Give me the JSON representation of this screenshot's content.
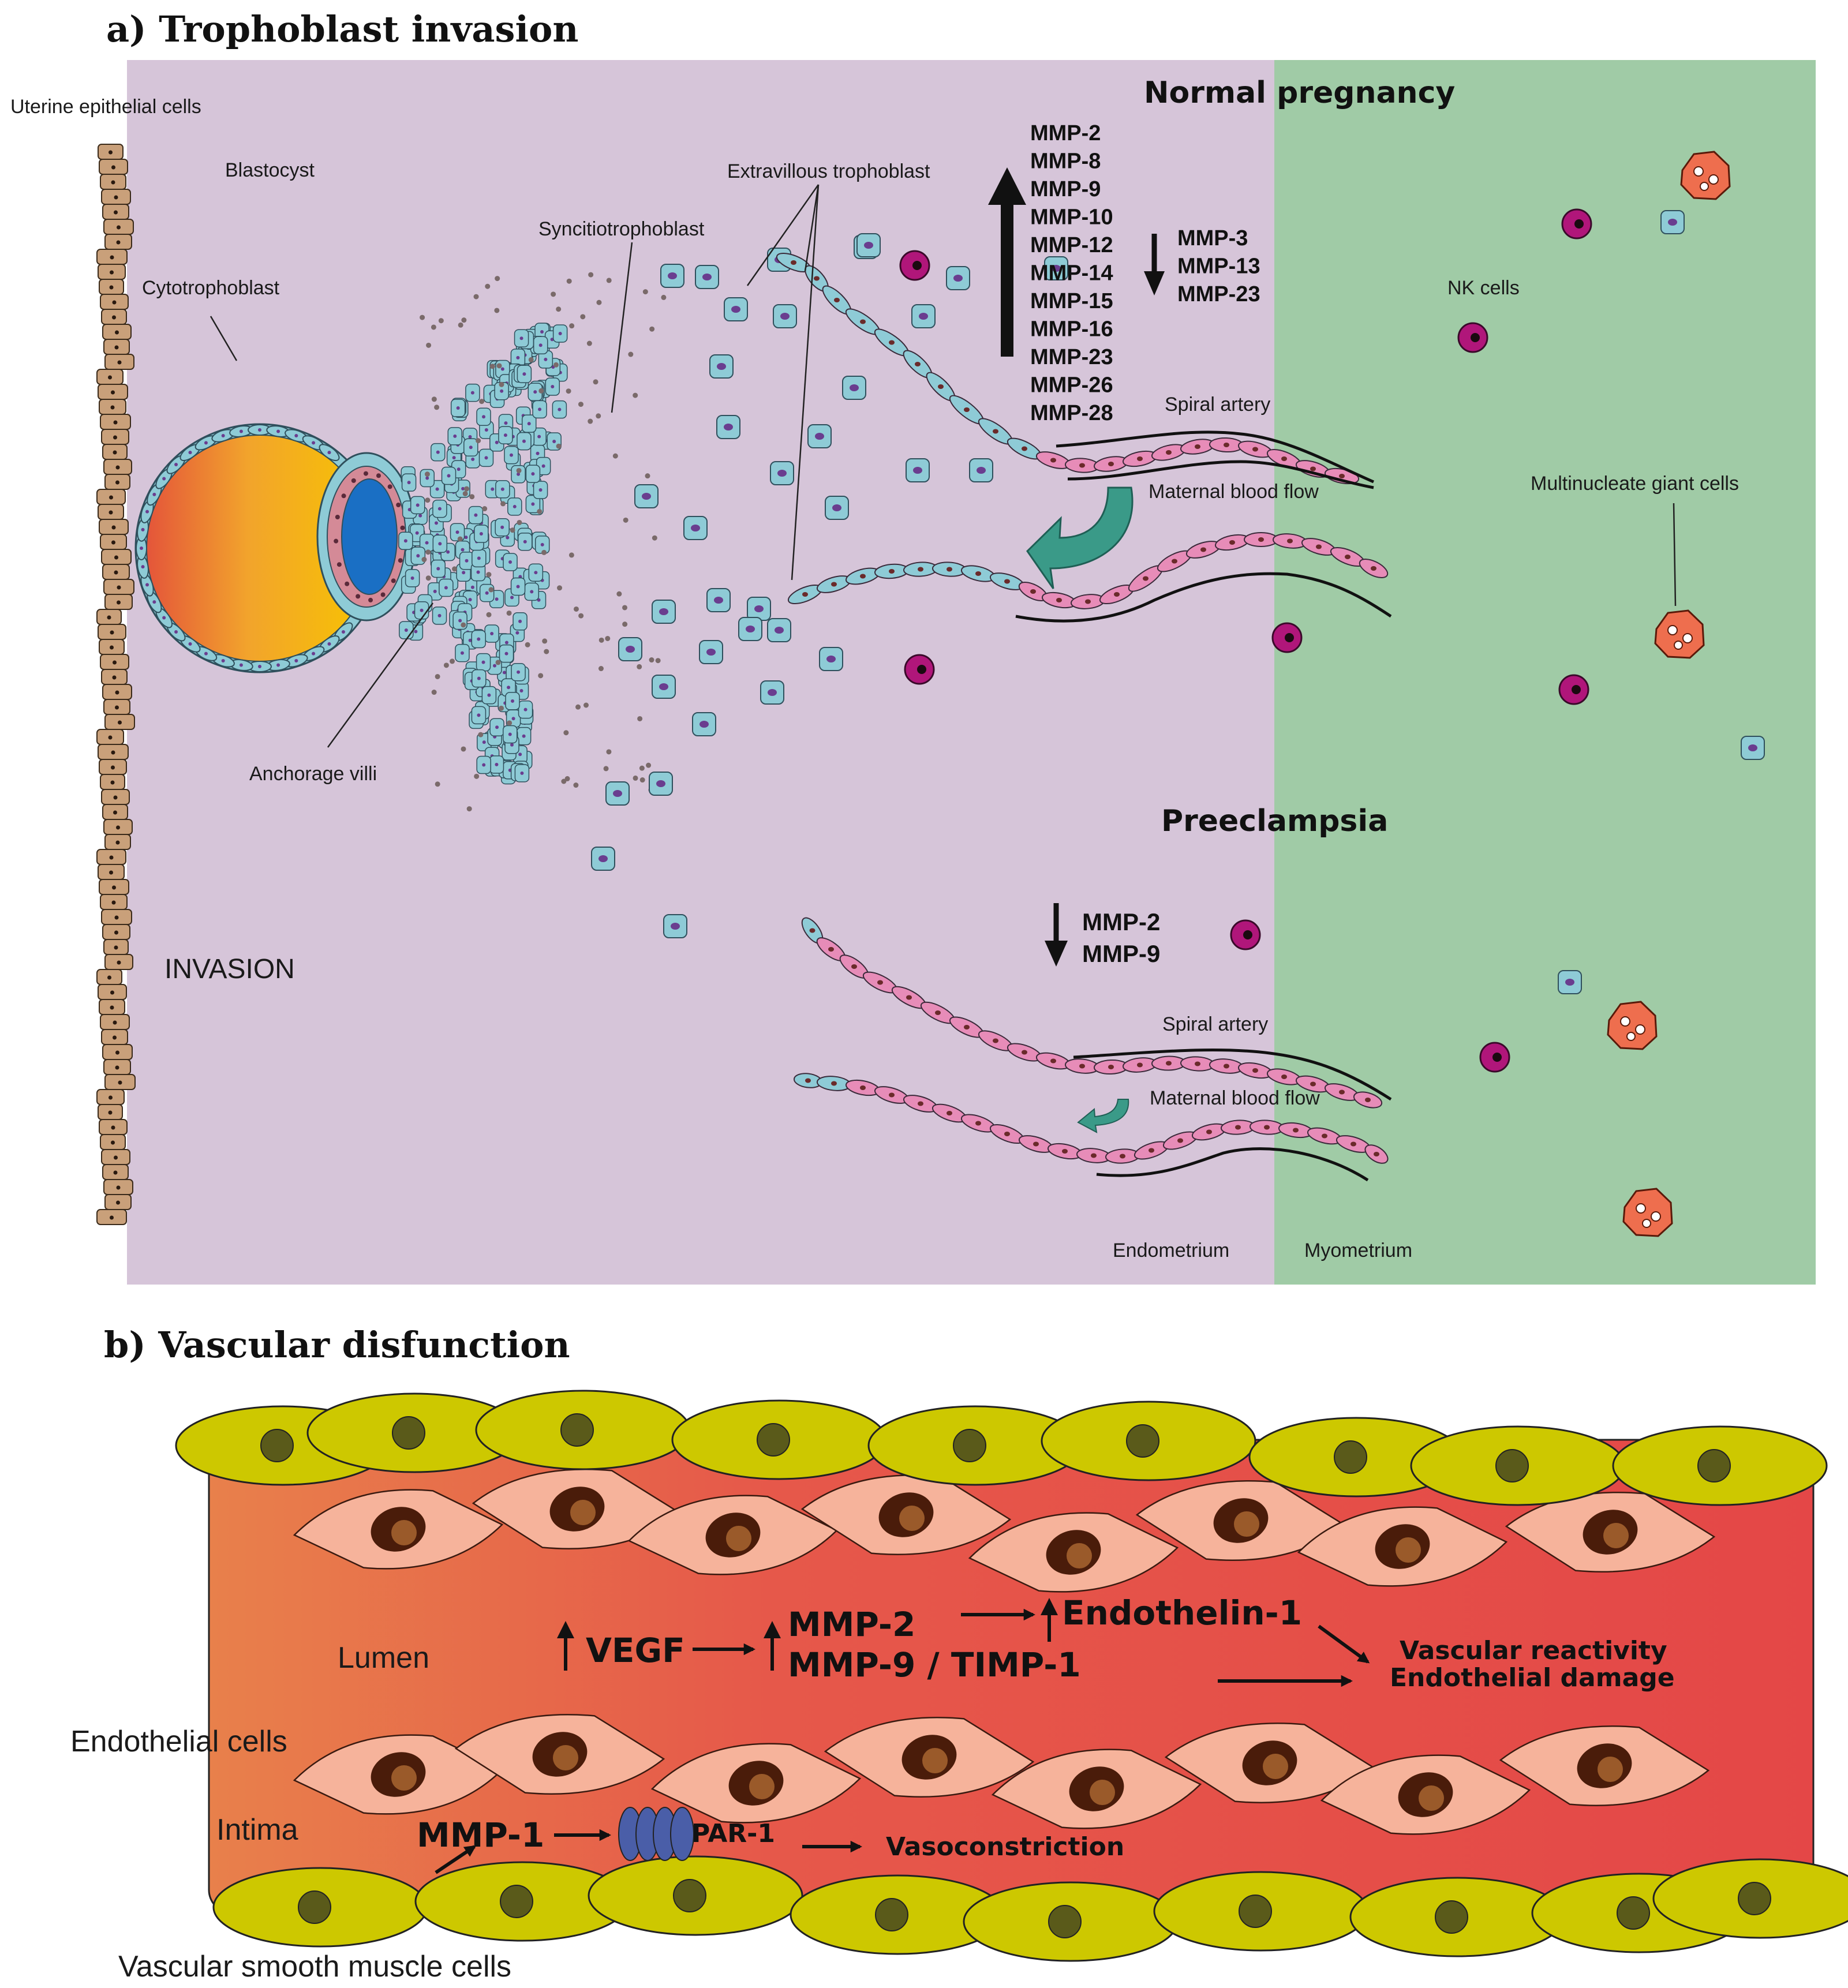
{
  "panel_a": {
    "title": "a) Trophoblast invasion",
    "labels": {
      "uterine_epithelial": "Uterine epithelial cells",
      "blastocyst": "Blastocyst",
      "cytotrophoblast": "Cytotrophoblast",
      "syncitiotrophoblast": "Syncitiotrophoblast",
      "extravillous": "Extravillous trophoblast",
      "anchorage_villi": "Anchorage villi",
      "invasion": "INVASION",
      "nk_cells": "NK cells",
      "multinucleate": "Multinucleate giant cells",
      "spiral_artery_1": "Spiral artery",
      "maternal_flow_1": "Maternal blood flow",
      "spiral_artery_2": "Spiral artery",
      "maternal_flow_2": "Maternal blood flow",
      "endometrium": "Endometrium",
      "myometrium": "Myometrium"
    },
    "normal": {
      "heading": "Normal pregnancy",
      "up_list": [
        "MMP-2",
        "MMP-8",
        "MMP-9",
        "MMP-10",
        "MMP-12",
        "MMP-14",
        "MMP-15",
        "MMP-16",
        "MMP-23",
        "MMP-26",
        "MMP-28"
      ],
      "down_list": [
        "MMP-3",
        "MMP-13",
        "MMP-23"
      ]
    },
    "preeclampsia": {
      "heading": "Preeclampsia",
      "down_list": [
        "MMP-2",
        "MMP-9"
      ]
    }
  },
  "panel_b": {
    "title": "b) Vascular disfunction",
    "labels": {
      "lumen": "Lumen",
      "endothelial": "Endothelial cells",
      "intima": "Intima",
      "vsmc": "Vascular smooth muscle cells"
    },
    "pathway": {
      "vegf": "VEGF",
      "mmp2": "MMP-2",
      "mmp9_timp1": "MMP-9 / TIMP-1",
      "endothelin": "Endothelin-1",
      "reactivity": "Vascular reactivity",
      "damage": "Endothelial damage",
      "mmp1": "MMP-1",
      "par1": "PAR-1",
      "vasoconstriction": "Vasoconstriction"
    }
  },
  "colors": {
    "endometrium": "#d6c5d9",
    "myometrium": "#a0cba6",
    "trophoblast_cell": "#8ecbd6",
    "trophoblast_nucleus": "#6a3d8f",
    "endothelial_pink": "#e78cb8",
    "nk_cell": "#b0167a",
    "giant_cell": "#ee6e4e",
    "flow_arrow": "#3a9a88",
    "smooth_muscle": "#cdc800",
    "endothelial_cell": "#f6b39b",
    "nucleus_dark": "#4a1c0a"
  }
}
